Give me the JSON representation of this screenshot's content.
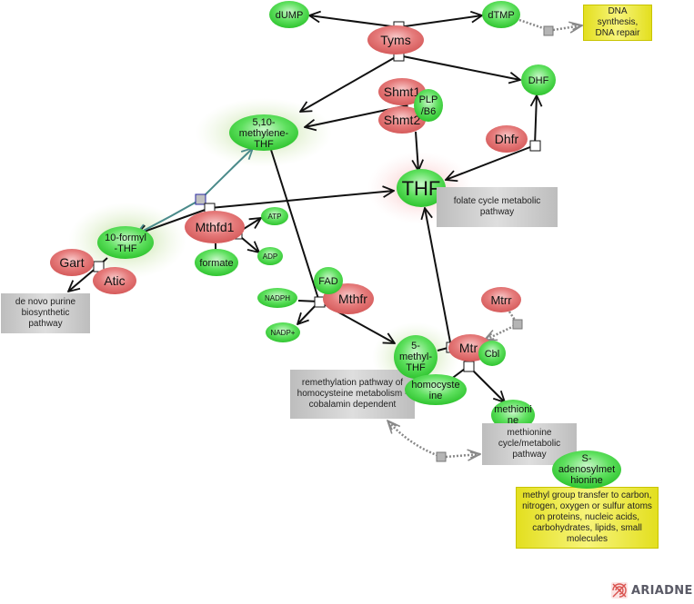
{
  "diagram": {
    "colors": {
      "metabolite": "#3dd43d",
      "enzyme": "#e06666",
      "pathway_box": "#cfcfcf",
      "process_box": "#eeea3a",
      "edge": "#111111",
      "teal_edge": "#4a8a8a",
      "dotted_edge": "#888888"
    },
    "metabolites": {
      "dump": "dUMP",
      "dtmp": "dTMP",
      "dhf": "DHF",
      "plp_b6": [
        "PLP",
        "/B6"
      ],
      "methylene_thf": [
        "5,10-",
        "methylene-",
        "THF"
      ],
      "thf": "THF",
      "formyl_thf": [
        "10-formyl",
        "-THF"
      ],
      "formate": "formate",
      "atp": "ATP",
      "adp": "ADP",
      "fad": "FAD",
      "nadph": "NADPH",
      "nadp": "NADP+",
      "methyl_thf": [
        "5-",
        "methyl-",
        "THF"
      ],
      "cbl": "Cbl",
      "homocysteine": [
        "homocyste",
        "ine"
      ],
      "methionine": [
        "methioni",
        "ne"
      ],
      "sam": [
        "S-",
        "adenosylmet",
        "hionine"
      ]
    },
    "enzymes": {
      "tyms": "Tyms",
      "shmt1": "Shmt1",
      "shmt2": "Shmt2",
      "dhfr": "Dhfr",
      "mthfd1": "Mthfd1",
      "gart": "Gart",
      "atic": "Atic",
      "mthfr": "Mthfr",
      "mtr": "Mtr",
      "mtrr": "Mtrr"
    },
    "pathways": {
      "dna": "DNA synthesis, DNA repair",
      "folate": "folate cycle metabolic pathway",
      "purine": "de novo purine biosynthetic pathway",
      "remethylation": "remethylation pathway of homocysteine metabolism - cobalamin dependent",
      "methionine_cycle": "methionine cycle/metabolic pathway",
      "methyl_transfer": "methyl group transfer to carbon, nitrogen, oxygen or sulfur atoms on proteins, nucleic acids, carbohydrates, lipids, small molecules"
    }
  },
  "branding": {
    "logo_text": "ARIADNE"
  }
}
